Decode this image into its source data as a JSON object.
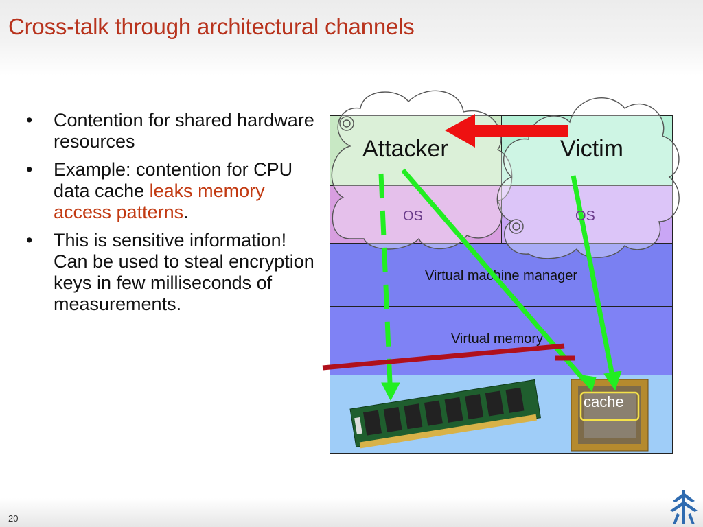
{
  "slide": {
    "title": "Cross-talk through architectural channels",
    "page_number": "20"
  },
  "bullets": [
    {
      "segments": [
        {
          "text": "Contention for shared hardware resources",
          "highlight": false
        }
      ]
    },
    {
      "segments": [
        {
          "text": "Example: contention for CPU data cache ",
          "highlight": false
        },
        {
          "text": "leaks memory access patterns",
          "highlight": true
        },
        {
          "text": ".",
          "highlight": false
        }
      ]
    },
    {
      "segments": [
        {
          "text": "This is sensitive information! Can be used to steal encryption keys in few milliseconds of measurements.",
          "highlight": false
        }
      ]
    }
  ],
  "diagram": {
    "attacker_label": "Attacker",
    "victim_label": "Victim",
    "os_left_label": "OS",
    "os_right_label": "OS",
    "vmm_label": "Virtual machine manager",
    "virtual_memory_label": "Virtual memory",
    "cache_label": "cache",
    "colors": {
      "attacker_bg": "#c8e8c4",
      "victim_bg": "#b4f0d6",
      "os_left_bg": "#d89ee0",
      "os_right_bg": "#c9a6f5",
      "vmm_bg": "#7a80f2",
      "vm_bg": "#7f82f5",
      "hardware_bg": "#9fcdf8",
      "red_arrow": "#ee1111",
      "green_arrow": "#22ee22",
      "cross": "#b0101c",
      "title": "#b8331d"
    }
  },
  "icons": [
    "ram-module-icon",
    "cpu-chip-icon",
    "cloud-icon",
    "university-logo-icon"
  ]
}
